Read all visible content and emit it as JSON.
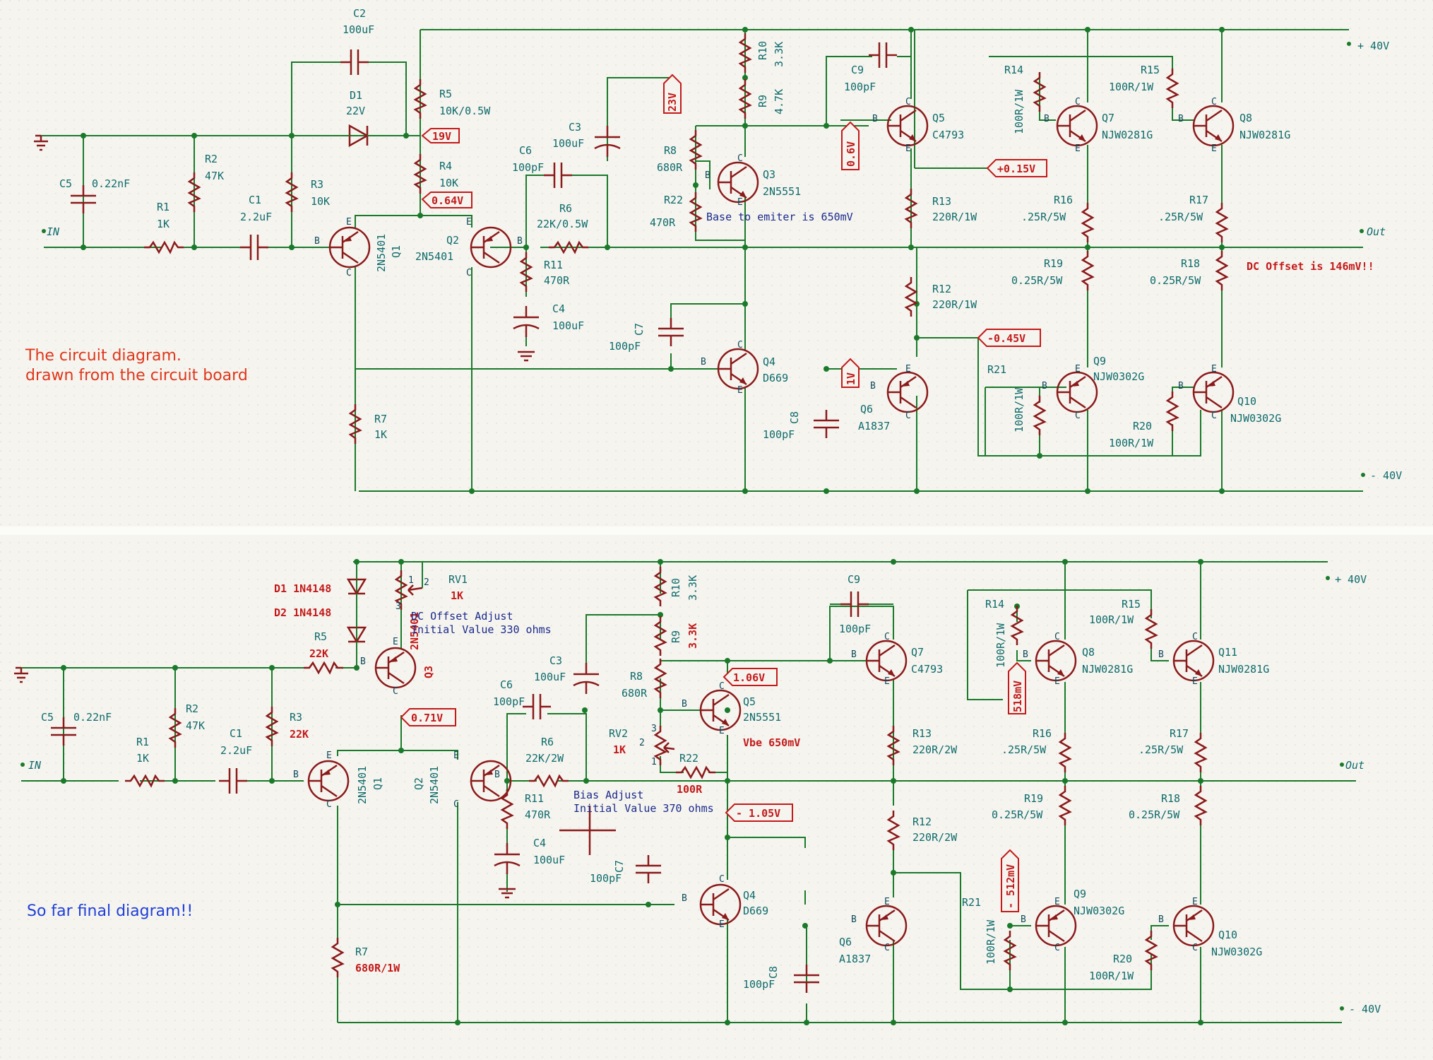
{
  "top": {
    "caption_line1": "The circuit diagram.",
    "caption_line2": "drawn from the circuit board",
    "rails": {
      "pos": "+ 40V",
      "neg": "- 40V",
      "in": "IN",
      "out": "Out"
    },
    "parts": {
      "C2": [
        "C2",
        "100uF"
      ],
      "D1": [
        "D1",
        "22V"
      ],
      "R5": [
        "R5",
        "10K/0.5W"
      ],
      "R4": [
        "R4",
        "10K"
      ],
      "C5": [
        "C5",
        "0.22nF"
      ],
      "R2": [
        "R2",
        "47K"
      ],
      "R1": [
        "R1",
        "1K"
      ],
      "C1": [
        "C1",
        "2.2uF"
      ],
      "R3": [
        "R3",
        "10K"
      ],
      "Q1": [
        "Q1",
        "2N5401"
      ],
      "Q2": [
        "Q2",
        "2N5401"
      ],
      "C6": [
        "C6",
        "100pF"
      ],
      "C3": [
        "C3",
        "100uF"
      ],
      "R6": [
        "R6",
        "22K/0.5W"
      ],
      "R11": [
        "R11",
        "470R"
      ],
      "C4": [
        "C4",
        "100uF"
      ],
      "R10": [
        "R10",
        "3.3K"
      ],
      "R9": [
        "R9",
        "4.7K"
      ],
      "R8": [
        "R8",
        "680R"
      ],
      "R22": [
        "R22",
        "470R"
      ],
      "Q3": [
        "Q3",
        "2N5551"
      ],
      "C7": [
        "C7",
        "100pF"
      ],
      "Q4": [
        "Q4",
        "D669"
      ],
      "R7": [
        "R7",
        "1K"
      ],
      "C9": [
        "C9",
        "100pF"
      ],
      "Q5": [
        "Q5",
        "C4793"
      ],
      "C8": [
        "C8",
        "100pF"
      ],
      "Q6": [
        "Q6",
        "A1837"
      ],
      "R13": [
        "R13",
        "220R/1W"
      ],
      "R12": [
        "R12",
        "220R/1W"
      ],
      "R14": [
        "R14",
        "100R/1W"
      ],
      "Q7": [
        "Q7",
        "NJW0281G"
      ],
      "R15": [
        "R15",
        "100R/1W"
      ],
      "Q8": [
        "Q8",
        "NJW0281G"
      ],
      "R16": [
        "R16",
        ".25R/5W"
      ],
      "R17": [
        "R17",
        ".25R/5W"
      ],
      "R19": [
        "R19",
        "0.25R/5W"
      ],
      "R18": [
        "R18",
        "0.25R/5W"
      ],
      "R21": [
        "R21",
        "100R/1W"
      ],
      "Q9": [
        "Q9",
        "NJW0302G"
      ],
      "R20": [
        "R20",
        "100R/1W"
      ],
      "Q10": [
        "Q10",
        "NJW0302G"
      ]
    },
    "tags": {
      "t19": "19V",
      "t064": "0.64V",
      "t23": "23V",
      "t06": "0.6V",
      "t015": "+0.15V",
      "tm045": "-0.45V",
      "t1": "1V"
    },
    "notes": {
      "base_emitter": "Base to emiter is 650mV",
      "dc_offset": "DC Offset is 146mV!!"
    }
  },
  "bottom": {
    "caption": "So far final diagram!!",
    "rails": {
      "pos": "+ 40V",
      "neg": "- 40V",
      "in": "IN",
      "out": "Out"
    },
    "parts": {
      "D1": "D1 1N4148",
      "D2": "D2 1N4148",
      "R5": [
        "R5",
        "22K"
      ],
      "RV1": [
        "RV1",
        "1K"
      ],
      "Q3": [
        "Q3",
        "2N5401"
      ],
      "C5": [
        "C5",
        "0.22nF"
      ],
      "R2": [
        "R2",
        "47K"
      ],
      "R1": [
        "R1",
        "1K"
      ],
      "C1": [
        "C1",
        "2.2uF"
      ],
      "R3": [
        "R3",
        "22K"
      ],
      "Q1": [
        "Q1",
        "2N5401"
      ],
      "Q2": [
        "Q2",
        "2N5401"
      ],
      "C6": [
        "C6",
        "100pF"
      ],
      "C3": [
        "C3",
        "100uF"
      ],
      "R6": [
        "R6",
        "22K/2W"
      ],
      "R11": [
        "R11",
        "470R"
      ],
      "C4": [
        "C4",
        "100uF"
      ],
      "R10": [
        "R10",
        "3.3K"
      ],
      "R9": [
        "R9",
        "3.3K"
      ],
      "R8": [
        "R8",
        "680R"
      ],
      "RV2": [
        "RV2",
        "1K"
      ],
      "R22": [
        "R22",
        "100R"
      ],
      "Q5": [
        "Q5",
        "2N5551"
      ],
      "C7": [
        "C7",
        "100pF"
      ],
      "Q4": [
        "Q4",
        "D669"
      ],
      "R7": [
        "R7",
        "680R/1W"
      ],
      "C9": [
        "C9",
        "100pF"
      ],
      "Q7": [
        "Q7",
        "C4793"
      ],
      "C8": [
        "C8",
        "100pF"
      ],
      "Q6": [
        "Q6",
        "A1837"
      ],
      "R13": [
        "R13",
        "220R/2W"
      ],
      "R12": [
        "R12",
        "220R/2W"
      ],
      "R14": [
        "R14",
        "100R/1W"
      ],
      "Q8": [
        "Q8",
        "NJW0281G"
      ],
      "R15": [
        "R15",
        "100R/1W"
      ],
      "Q11": [
        "Q11",
        "NJW0281G"
      ],
      "R16": [
        "R16",
        ".25R/5W"
      ],
      "R17": [
        "R17",
        ".25R/5W"
      ],
      "R19": [
        "R19",
        "0.25R/5W"
      ],
      "R18": [
        "R18",
        "0.25R/5W"
      ],
      "R21": [
        "R21",
        "100R/1W"
      ],
      "Q9": [
        "Q9",
        "NJW0302G"
      ],
      "R20": [
        "R20",
        "100R/1W"
      ],
      "Q10": [
        "Q10",
        "NJW0302G"
      ]
    },
    "tags": {
      "t071": "0.71V",
      "t106": "1.06V",
      "tm105": "- 1.05V",
      "t518": "518mV",
      "tm512": "- 512mV"
    },
    "notes": {
      "dc1": "DC Offset Adjust",
      "dc2": "Initial Value 330 ohms",
      "bias1": "Bias Adjust",
      "bias2": "Initial Value 370 ohms",
      "vbe": "Vbe 650mV"
    }
  },
  "colors": {
    "wire": "#1a7a2a",
    "component": "#8b1a1a",
    "label": "#0e6b6b",
    "value_tag": "#c41a1a",
    "note": "#1a2a8b"
  }
}
